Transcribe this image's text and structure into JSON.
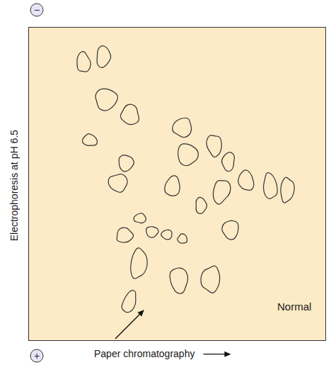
{
  "diagram": {
    "labels": [
      "−",
      "Electrophoresis at pH 6.5",
      "Normal",
      "+",
      "Paper chromatography"
    ]
  }
}
